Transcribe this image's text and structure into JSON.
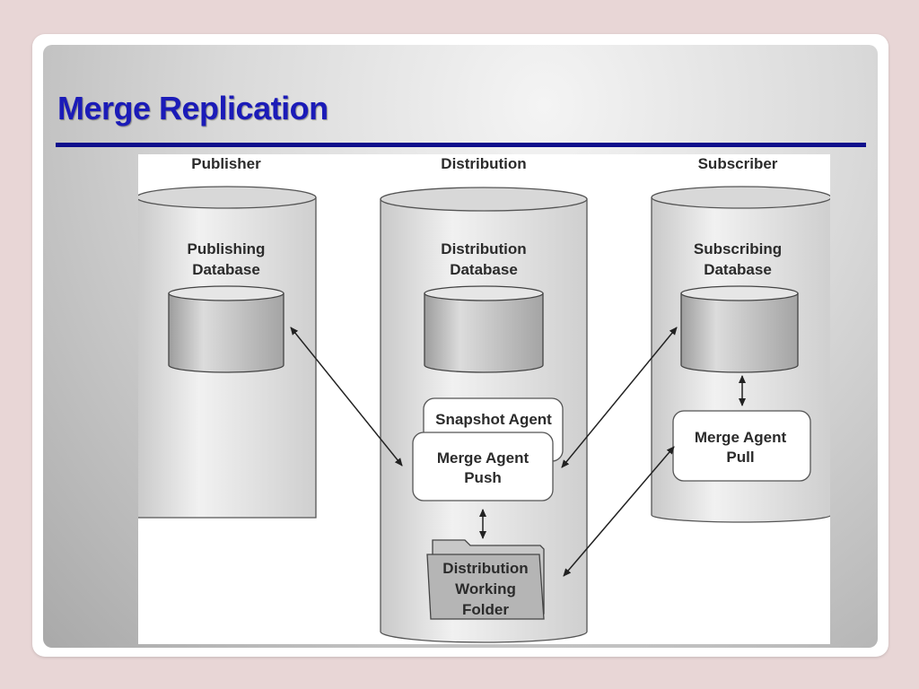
{
  "slide": {
    "title": "Merge Replication"
  },
  "diagram": {
    "publisher": {
      "header": "Publisher",
      "db_line1": "Publishing",
      "db_line2": "Database"
    },
    "distribution": {
      "header": "Distribution",
      "db_line1": "Distribution",
      "db_line2": "Database",
      "snapshot_agent": "Snapshot Agent",
      "merge_push_line1": "Merge Agent",
      "merge_push_line2": "Push",
      "folder_line1": "Distribution",
      "folder_line2": "Working",
      "folder_line3": "Folder"
    },
    "subscriber": {
      "header": "Subscriber",
      "db_line1": "Subscribing",
      "db_line2": "Database",
      "merge_pull_line1": "Merge Agent",
      "merge_pull_line2": "Pull"
    }
  }
}
